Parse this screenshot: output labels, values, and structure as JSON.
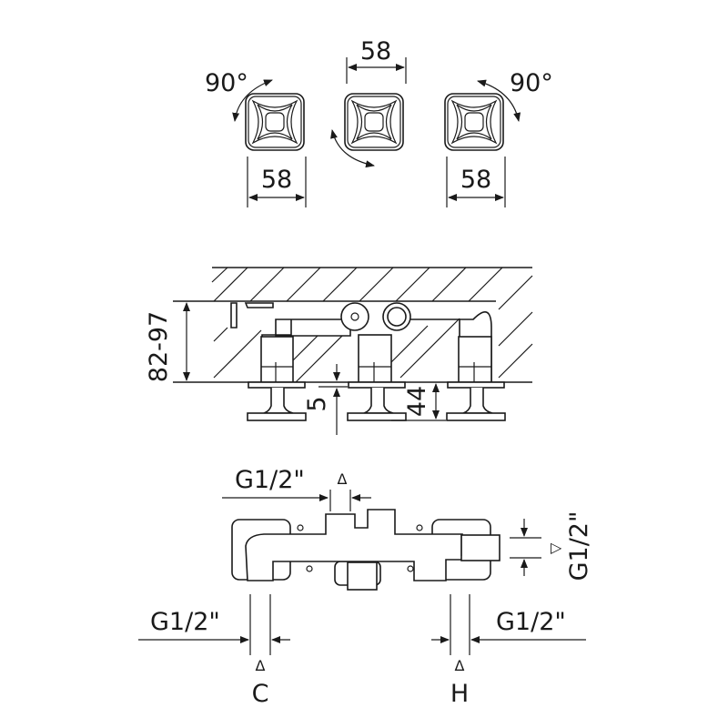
{
  "top_view": {
    "handle_width_center": "58",
    "handle_width_left": "58",
    "handle_width_right": "58",
    "rotation_left": "90°",
    "rotation_right": "90°"
  },
  "side_view": {
    "wall_depth": "82-97",
    "gap": "5",
    "handle_height": "44"
  },
  "bottom_view": {
    "top_outlet": "G1/2\"",
    "top_outlet_symbol": "Δ",
    "right_outlet": "G1/2\"",
    "right_outlet_symbol": "▷",
    "cold_inlet": "G1/2\"",
    "cold_inlet_symbol": "Δ",
    "cold_label": "C",
    "hot_inlet": "G1/2\"",
    "hot_inlet_symbol": "Δ",
    "hot_label": "H"
  }
}
